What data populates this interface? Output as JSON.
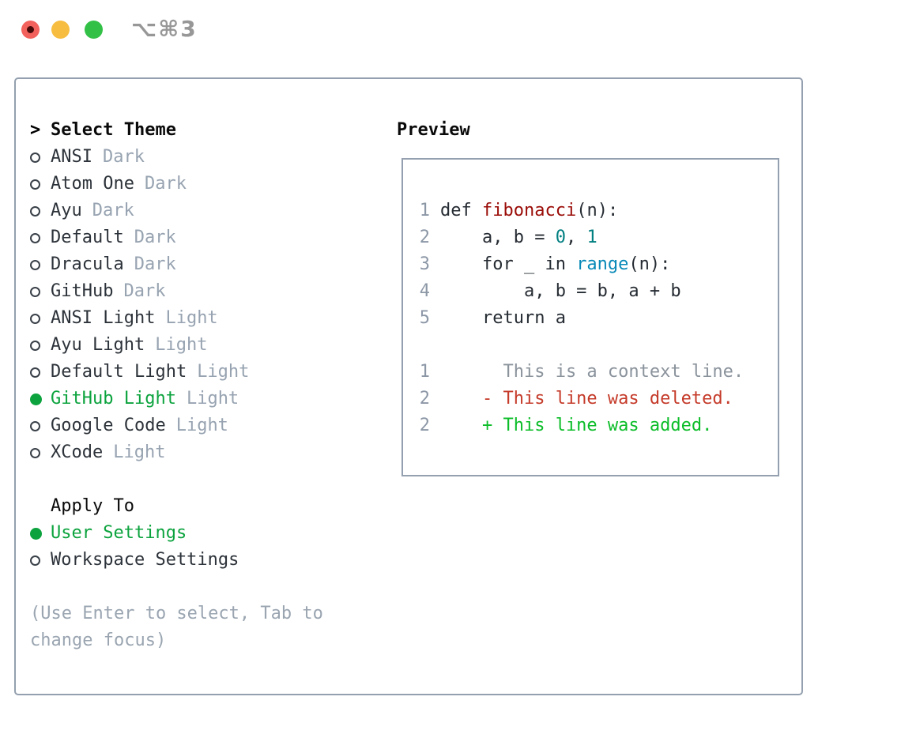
{
  "window": {
    "shortcut_label": "⌥⌘3",
    "traffic_lights": [
      "close",
      "minimize",
      "zoom"
    ]
  },
  "theme_picker": {
    "header": {
      "prompt": ">",
      "label": "Select Theme"
    },
    "items": [
      {
        "label": "ANSI",
        "variant": "Dark",
        "selected": false
      },
      {
        "label": "Atom One",
        "variant": "Dark",
        "selected": false
      },
      {
        "label": "Ayu",
        "variant": "Dark",
        "selected": false
      },
      {
        "label": "Default",
        "variant": "Dark",
        "selected": false
      },
      {
        "label": "Dracula",
        "variant": "Dark",
        "selected": false
      },
      {
        "label": "GitHub",
        "variant": "Dark",
        "selected": false
      },
      {
        "label": "ANSI Light",
        "variant": "Light",
        "selected": false
      },
      {
        "label": "Ayu Light",
        "variant": "Light",
        "selected": false
      },
      {
        "label": "Default Light",
        "variant": "Light",
        "selected": false
      },
      {
        "label": "GitHub Light",
        "variant": "Light",
        "selected": true
      },
      {
        "label": "Google Code",
        "variant": "Light",
        "selected": false
      },
      {
        "label": "XCode",
        "variant": "Light",
        "selected": false
      }
    ],
    "apply_to": {
      "label": "Apply To",
      "options": [
        {
          "label": "User Settings",
          "selected": true
        },
        {
          "label": "Workspace Settings",
          "selected": false
        }
      ]
    },
    "hint": "(Use Enter to select, Tab to change focus)"
  },
  "preview": {
    "title": "Preview",
    "code_lines": [
      {
        "num": "1",
        "tokens": [
          {
            "t": "def ",
            "c": "fg"
          },
          {
            "t": "fibonacci",
            "c": "fn"
          },
          {
            "t": "(n):",
            "c": "fg"
          }
        ]
      },
      {
        "num": "2",
        "tokens": [
          {
            "t": "    a, b = ",
            "c": "fg"
          },
          {
            "t": "0",
            "c": "num"
          },
          {
            "t": ", ",
            "c": "fg"
          },
          {
            "t": "1",
            "c": "num"
          }
        ]
      },
      {
        "num": "3",
        "tokens": [
          {
            "t": "    for _ in ",
            "c": "fg"
          },
          {
            "t": "range",
            "c": "builtin"
          },
          {
            "t": "(n):",
            "c": "fg"
          }
        ]
      },
      {
        "num": "4",
        "tokens": [
          {
            "t": "        a, b = b, a + b",
            "c": "fg"
          }
        ]
      },
      {
        "num": "5",
        "tokens": [
          {
            "t": "    return a",
            "c": "fg"
          }
        ]
      }
    ],
    "diff_lines": [
      {
        "num": "1",
        "kind": "context",
        "text": "      This is a context line."
      },
      {
        "num": "2",
        "kind": "deleted",
        "text": "    - This line was deleted."
      },
      {
        "num": "2",
        "kind": "added",
        "text": "    + This line was added."
      }
    ]
  },
  "colors": {
    "accent_green": "#0ca33e",
    "diff_added": "#0cbd29",
    "diff_deleted": "#c53b2a",
    "context_gray": "#8b939c",
    "muted_gray": "#97a3b1",
    "syntax_function": "#9a0c07",
    "syntax_number": "#007e80",
    "syntax_builtin": "#0889b8",
    "panel_border": "#94a0af",
    "traffic_red": "#f2615c",
    "traffic_yellow": "#f7bd40",
    "traffic_green": "#32c146"
  }
}
